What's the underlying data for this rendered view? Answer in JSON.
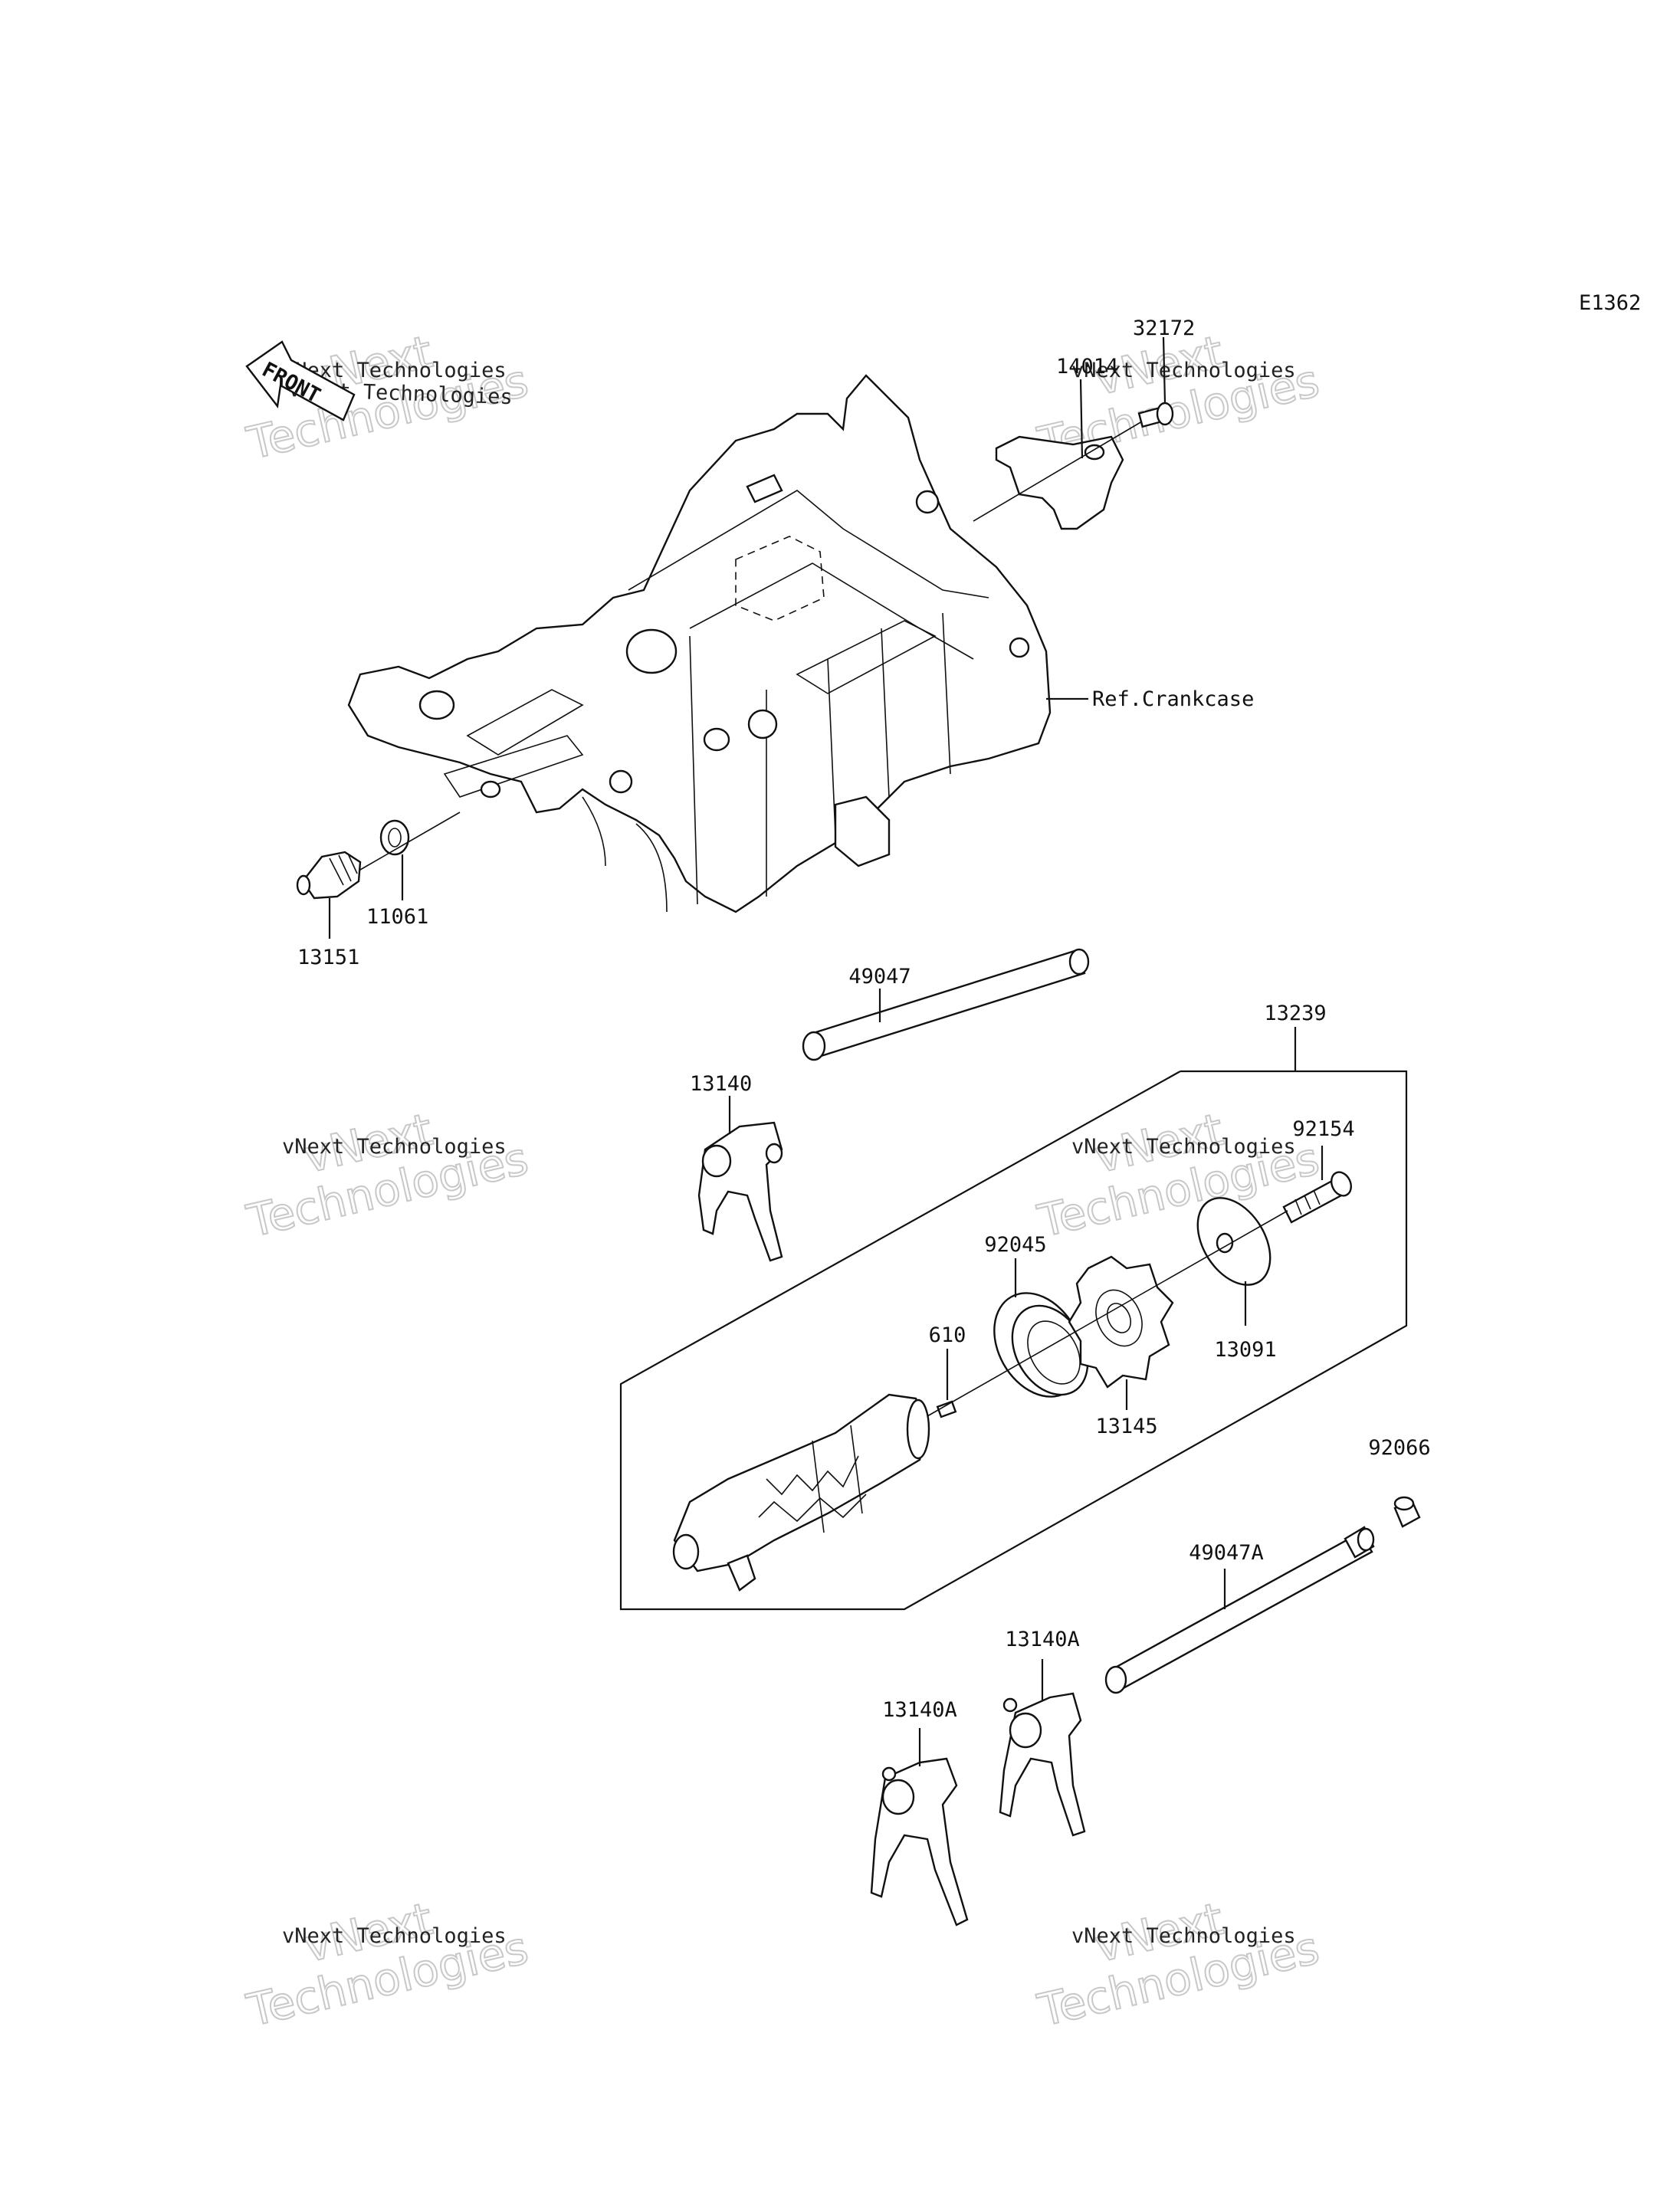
{
  "diagram_code": "E1362",
  "front_arrow_text": "FRONT",
  "reference_label": "Ref.Crankcase",
  "parts": {
    "p32172": "32172",
    "p14014": "14014",
    "p13151": "13151",
    "p11061": "11061",
    "p49047": "49047",
    "p13239": "13239",
    "p13140": "13140",
    "p92154": "92154",
    "p92045": "92045",
    "p610": "610",
    "p13091": "13091",
    "p13145": "13145",
    "p92066": "92066",
    "p49047A": "49047A",
    "p13140A_right": "13140A",
    "p13140A_left": "13140A"
  },
  "watermark": {
    "line1": "vNext",
    "line2": "Technologies",
    "caption": "vNext Technologies"
  }
}
